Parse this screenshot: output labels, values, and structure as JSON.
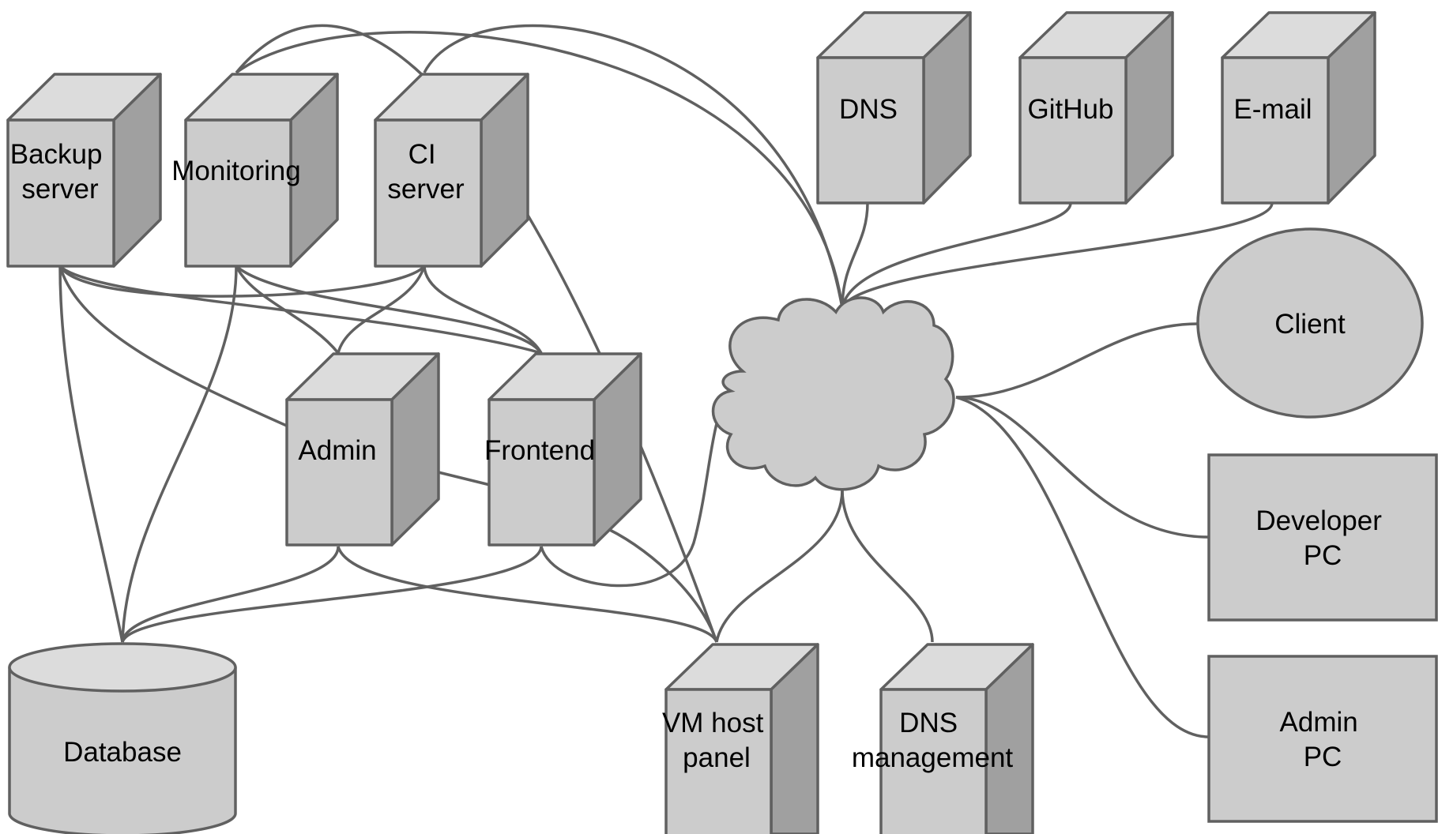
{
  "diagram": {
    "style": {
      "line_color": "#606060",
      "front_fill": "#cccccc",
      "top_fill": "#dcdcdc",
      "side_fill": "#a0a0a0",
      "background": "#ffffff"
    },
    "nodes": {
      "backup_server": {
        "shape": "server-box",
        "lines": [
          "Backup",
          "server"
        ]
      },
      "monitoring": {
        "shape": "server-box",
        "lines": [
          "Monitoring"
        ]
      },
      "ci_server": {
        "shape": "server-box",
        "lines": [
          "CI",
          "server"
        ]
      },
      "dns": {
        "shape": "server-box",
        "lines": [
          "DNS"
        ]
      },
      "github": {
        "shape": "server-box",
        "lines": [
          "GitHub"
        ]
      },
      "email": {
        "shape": "server-box",
        "lines": [
          "E-mail"
        ]
      },
      "admin": {
        "shape": "server-box",
        "lines": [
          "Admin"
        ]
      },
      "frontend": {
        "shape": "server-box",
        "lines": [
          "Frontend"
        ]
      },
      "database": {
        "shape": "cylinder",
        "lines": [
          "Database"
        ]
      },
      "vm_host_panel": {
        "shape": "server-box",
        "lines": [
          "VM host",
          "panel"
        ]
      },
      "dns_management": {
        "shape": "server-box",
        "lines": [
          "DNS",
          "management"
        ]
      },
      "internet": {
        "shape": "cloud",
        "lines": []
      },
      "client": {
        "shape": "ellipse",
        "lines": [
          "Client"
        ]
      },
      "developer_pc": {
        "shape": "rectangle",
        "lines": [
          "Developer",
          "PC"
        ]
      },
      "admin_pc": {
        "shape": "rectangle",
        "lines": [
          "Admin",
          "PC"
        ]
      }
    },
    "edges": [
      [
        "backup_server",
        "admin"
      ],
      [
        "backup_server",
        "frontend"
      ],
      [
        "backup_server",
        "ci_server"
      ],
      [
        "backup_server",
        "database"
      ],
      [
        "monitoring",
        "admin"
      ],
      [
        "monitoring",
        "frontend"
      ],
      [
        "monitoring",
        "database"
      ],
      [
        "monitoring",
        "internet"
      ],
      [
        "monitoring",
        "vm_host_panel"
      ],
      [
        "ci_server",
        "admin"
      ],
      [
        "ci_server",
        "frontend"
      ],
      [
        "ci_server",
        "internet"
      ],
      [
        "admin",
        "frontend"
      ],
      [
        "admin",
        "database"
      ],
      [
        "admin",
        "vm_host_panel"
      ],
      [
        "frontend",
        "database"
      ],
      [
        "frontend",
        "vm_host_panel"
      ],
      [
        "frontend",
        "internet"
      ],
      [
        "internet",
        "dns"
      ],
      [
        "internet",
        "github"
      ],
      [
        "internet",
        "email"
      ],
      [
        "internet",
        "client"
      ],
      [
        "internet",
        "developer_pc"
      ],
      [
        "internet",
        "admin_pc"
      ],
      [
        "internet",
        "vm_host_panel"
      ],
      [
        "internet",
        "dns_management"
      ]
    ]
  }
}
